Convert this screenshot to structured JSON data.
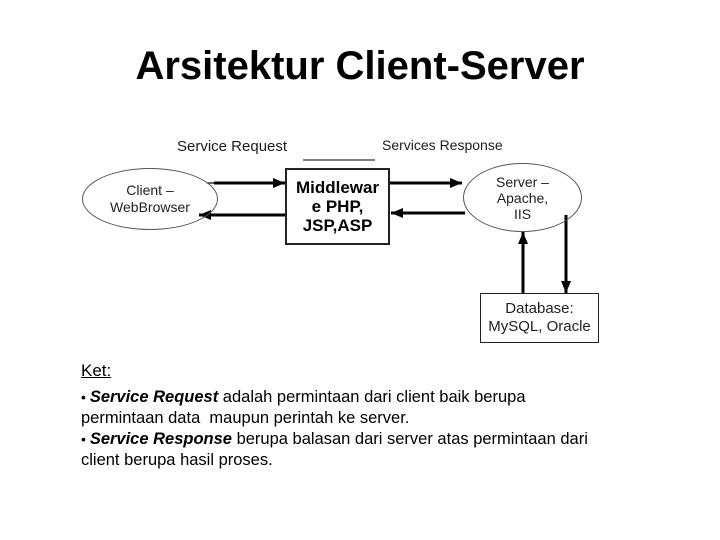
{
  "slide": {
    "title": "Arsitektur Client-Server"
  },
  "labels": {
    "request": "Service Request",
    "response": "Services Response"
  },
  "nodes": {
    "client": {
      "line1": "Client –",
      "line2": "WebBrowser"
    },
    "middleware": {
      "line1": "Middlewar",
      "line2": "e PHP,",
      "line3": "JSP,ASP"
    },
    "server": {
      "line1": "Server –",
      "line2": "Apache,",
      "line3": "IIS"
    },
    "database": {
      "line1": "Database:",
      "line2": "MySQL, Oracle"
    }
  },
  "notes": {
    "heading": "Ket:",
    "bullets": [
      {
        "marker": "• ",
        "term": "Service Request",
        "line1_rest": " adalah permintaan dari client baik berupa",
        "line2": "permintaan data  maupun perintah ke server."
      },
      {
        "marker": "• ",
        "term": "Service Response",
        "line1_rest": " berupa balasan dari server atas permintaan dari",
        "line2": "client berupa hasil proses."
      }
    ]
  },
  "colors": {
    "background": "#ffffff",
    "ink": "#000000"
  }
}
